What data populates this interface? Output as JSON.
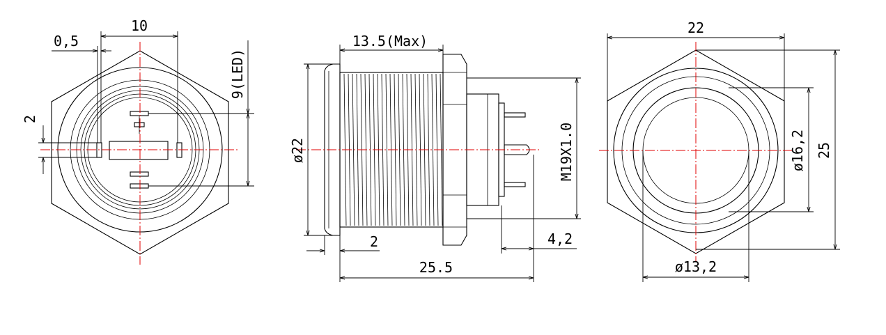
{
  "colors": {
    "outline": "#000000",
    "centerline": "#e00000",
    "background": "#ffffff"
  },
  "front_view": {
    "dim_width": "10",
    "dim_gap": "0,5",
    "dim_pin": "2",
    "dim_led": "9(LED)"
  },
  "side_view": {
    "dim_thread_len": "13.5(Max)",
    "dim_flange_dia": "ø22",
    "dim_thread": "M19X1.0",
    "dim_flange_thk": "2",
    "dim_pin_len": "4,2",
    "dim_total": "25.5"
  },
  "back_view": {
    "dim_flats": "22",
    "dim_corners": "25",
    "dim_ring": "ø16,2",
    "dim_inner": "ø13,2"
  }
}
